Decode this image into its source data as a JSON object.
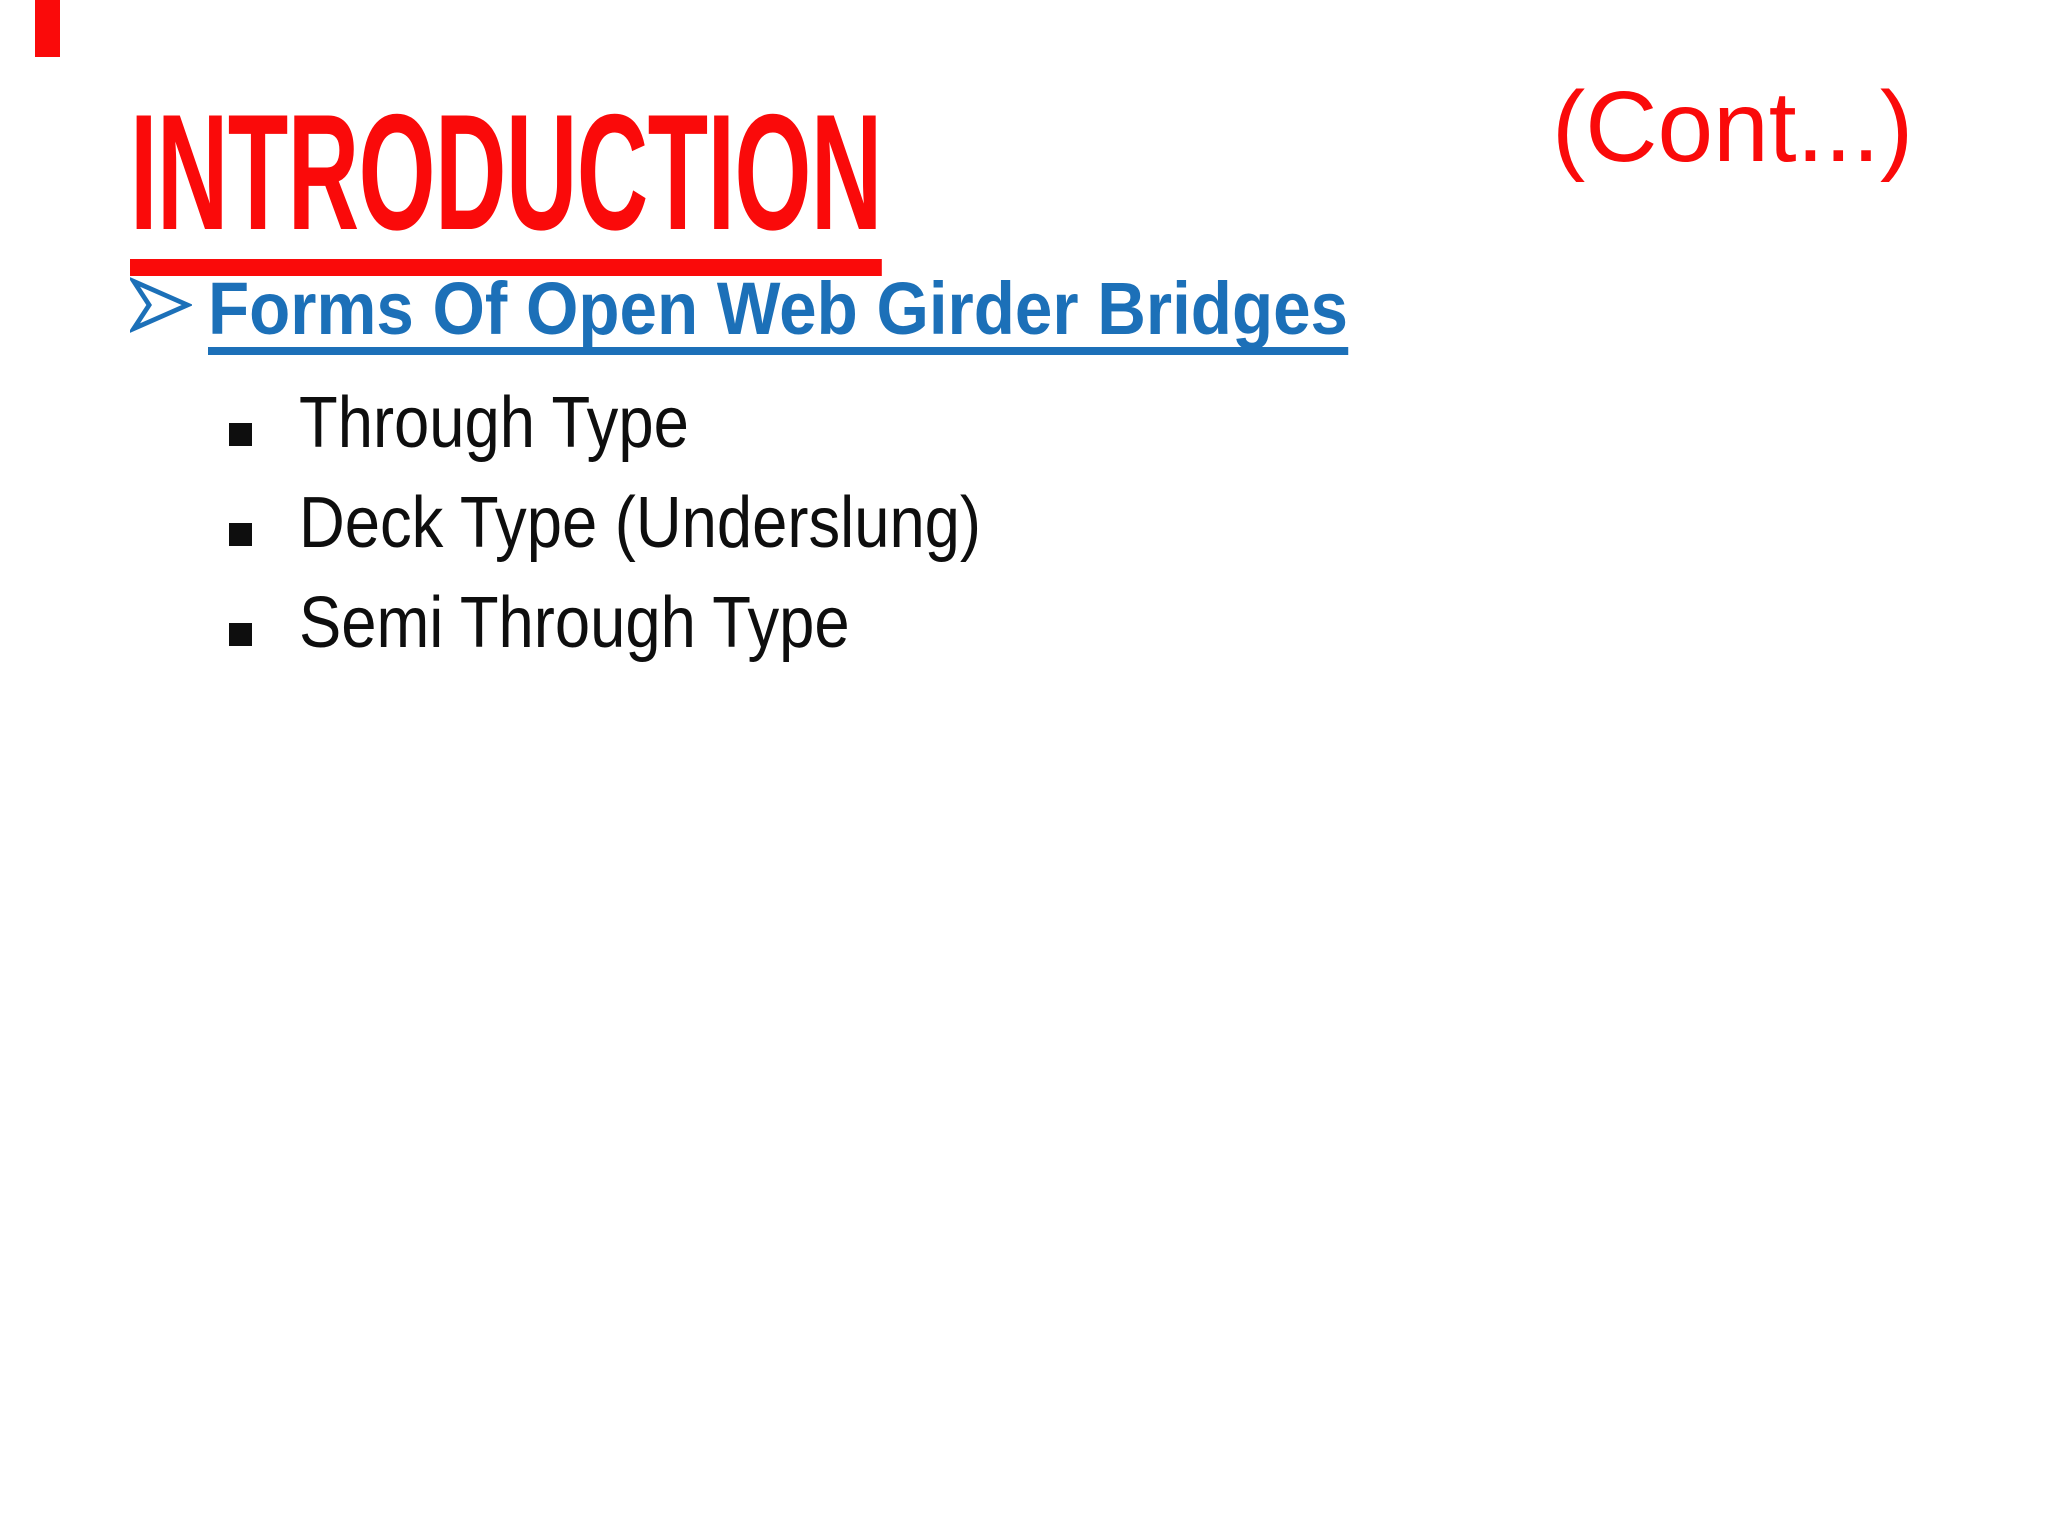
{
  "slide": {
    "title": "INTRODUCTION",
    "cont_label": "(Cont...)",
    "heading": "Forms Of Open Web Girder Bridges",
    "bullets": [
      "Through Type",
      "Deck Type (Underslung)",
      "Semi Through Type"
    ],
    "icons": {
      "heading_bullet": "arrowhead-right-icon",
      "sub_bullet": "filled-square"
    },
    "colors": {
      "title_red": "#fa0a0a",
      "heading_blue": "#1c70b8",
      "body_black": "#0e0e0e",
      "background": "#ffffff"
    }
  }
}
